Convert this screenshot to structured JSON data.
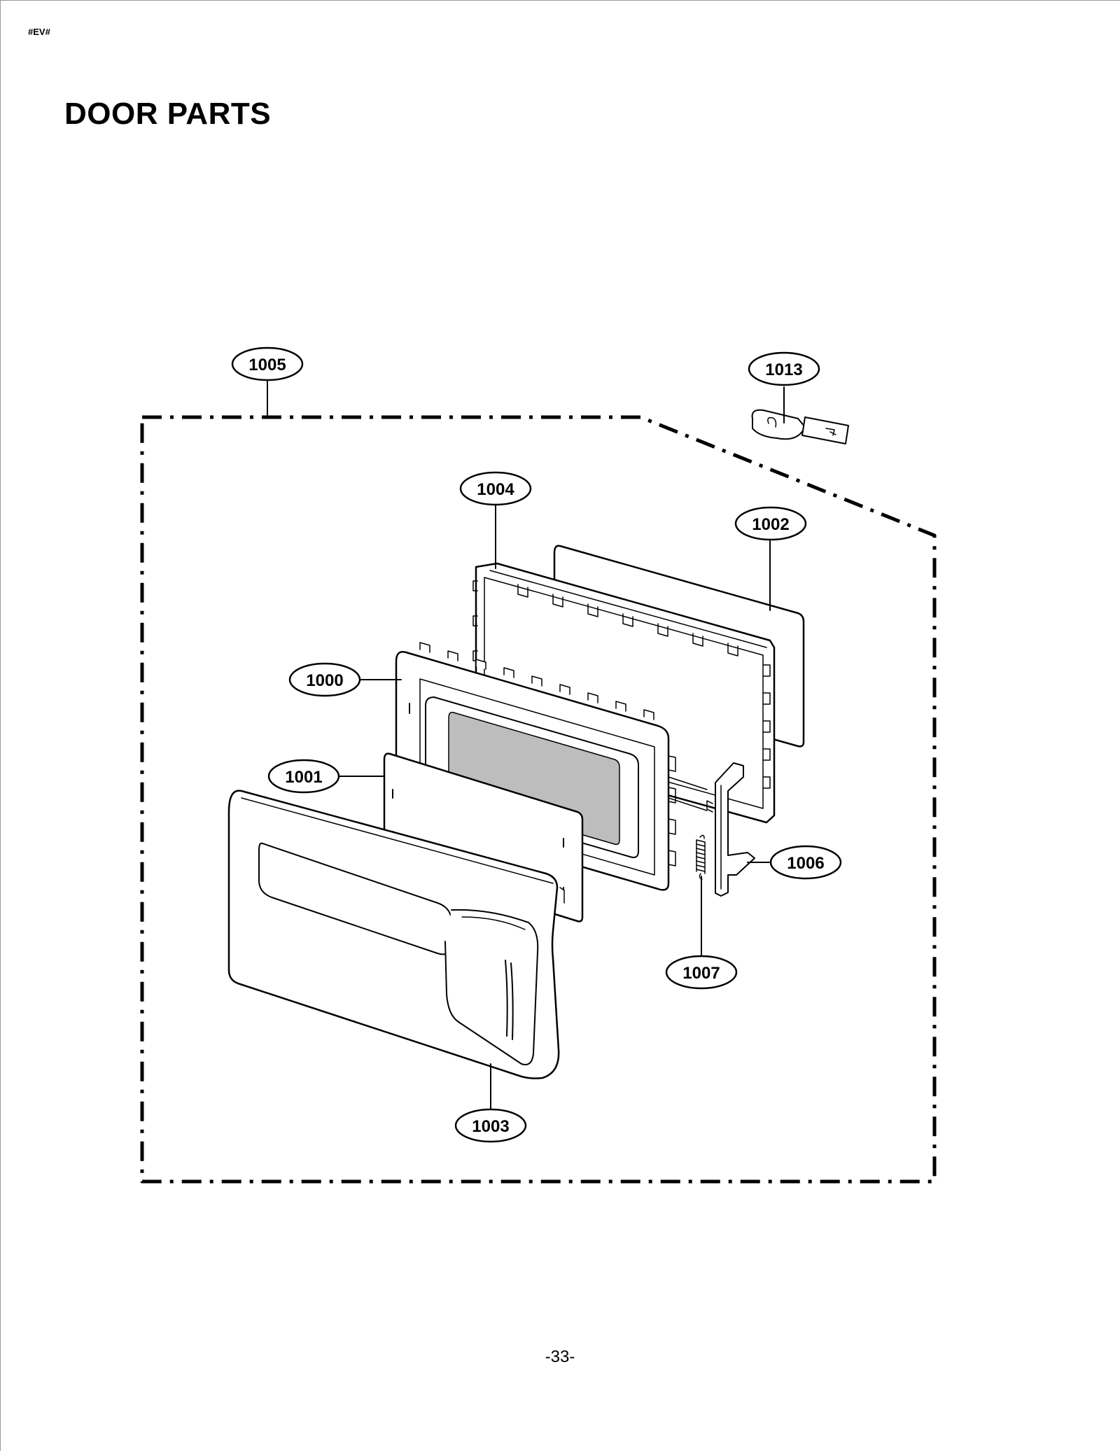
{
  "document": {
    "code": "#EV#",
    "title": "DOOR PARTS",
    "page_number": "-33-"
  },
  "diagram": {
    "kind": "exploded parts view",
    "callouts": [
      {
        "id": "1005",
        "label": "1005"
      },
      {
        "id": "1013",
        "label": "1013"
      },
      {
        "id": "1004",
        "label": "1004"
      },
      {
        "id": "1002",
        "label": "1002"
      },
      {
        "id": "1000",
        "label": "1000"
      },
      {
        "id": "1001",
        "label": "1001"
      },
      {
        "id": "1006",
        "label": "1006"
      },
      {
        "id": "1007",
        "label": "1007"
      },
      {
        "id": "1003",
        "label": "1003"
      }
    ],
    "colors": {
      "line": "#000000",
      "window_fill": "#bdbdbd",
      "paper": "#ffffff"
    }
  }
}
